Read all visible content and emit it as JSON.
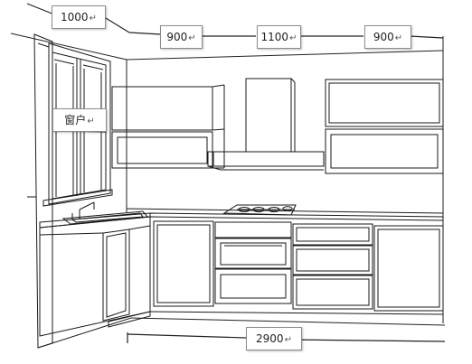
{
  "dimensions": {
    "window_width": "1000",
    "upper_left_width": "900",
    "hood_width": "1100",
    "upper_right_width": "900",
    "base_run_width": "2900"
  },
  "window_label": "窗户",
  "return_mark": "↵",
  "colors": {
    "background": "#ffffff",
    "line": "#1a1a1a",
    "frame_gray": "#9a9a9a",
    "label_border": "#8c8c8c"
  }
}
